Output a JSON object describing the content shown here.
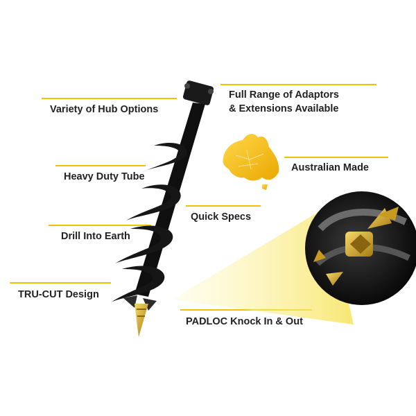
{
  "features": {
    "variety_hub": "Variety of Hub Options",
    "full_range_line1": "Full Range of Adaptors",
    "full_range_line2": "& Extensions Available",
    "australian_made": "Australian Made",
    "heavy_duty_tube": "Heavy Duty Tube",
    "quick_specs": "Quick Specs",
    "drill_into_earth": "Drill Into Earth",
    "tru_cut": "TRU-CUT Design",
    "padloc": "PADLOC Knock In & Out"
  },
  "colors": {
    "accent_yellow": "#f2c200",
    "auger_black": "#111111",
    "gold": "#d4a017",
    "text": "#222222"
  },
  "icons": {
    "product": "auger-drill-icon",
    "map": "australia-map-icon",
    "zoom": "auger-tip-closeup-icon"
  }
}
